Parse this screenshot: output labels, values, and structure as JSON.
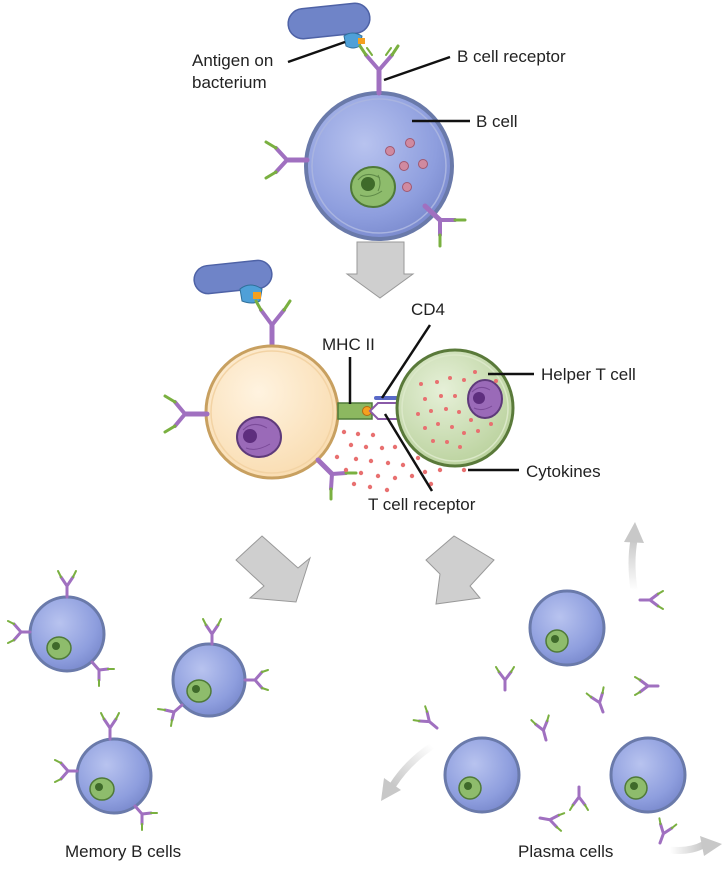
{
  "labels": {
    "antigen_line1": "Antigen on",
    "antigen_line2": "bacterium",
    "b_cell_receptor": "B cell receptor",
    "b_cell": "B cell",
    "mhc_ii": "MHC II",
    "cd4": "CD4",
    "helper_t_cell": "Helper T cell",
    "cytokines": "Cytokines",
    "t_cell_receptor": "T cell receptor",
    "memory_b_cells": "Memory B cells",
    "plasma_cells": "Plasma cells"
  },
  "colors": {
    "b_cell_fill": "#8e9ede",
    "b_cell_stroke": "#5a6a9a",
    "activated_b_cell_fill": "#fde6c0",
    "activated_b_cell_stroke": "#c8a060",
    "t_cell_fill": "#c9dcb0",
    "t_cell_stroke": "#5a7a3a",
    "nucleus_green": "#7aa860",
    "nucleus_purple": "#8a5aa8",
    "antibody_purple": "#a070c0",
    "antibody_tip_green": "#7ab040",
    "cytokine_red": "#e87070",
    "vesicle_pink": "#d08aa0",
    "bacterium": "#6f84c8",
    "arrow_gray": "#cfcfcf"
  }
}
